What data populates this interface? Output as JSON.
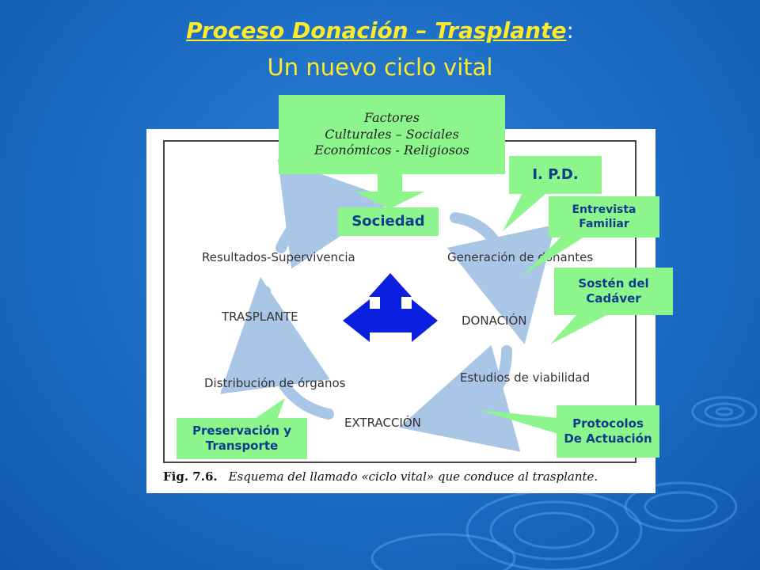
{
  "title": {
    "main": "Proceso Donación – Trasplante",
    "colon": ":",
    "subtitle": "Un nuevo ciclo vital"
  },
  "figure": {
    "labels": {
      "results": "Resultados-Supervivencia",
      "generation": "Generación de donantes",
      "transplant": "TRASPLANTE",
      "donation": "DONACIÓN",
      "distribution": "Distribución de órganos",
      "viability": "Estudios de viabilidad",
      "extraction": "EXTRACCIÓN"
    },
    "caption": {
      "fig": "Fig. 7.6.",
      "text": "Esquema del llamado «ciclo vital» que conduce al trasplante."
    }
  },
  "callouts": {
    "factores": [
      "Factores",
      "Culturales – Sociales",
      "Económicos - Religiosos"
    ],
    "sociedad": "Sociedad",
    "ipd": "I. P.D.",
    "entrevista": [
      "Entrevista",
      "Familiar"
    ],
    "sosten": [
      "Sostén del",
      "Cadáver"
    ],
    "protocolos": [
      "Protocolos",
      "De Actuación"
    ],
    "preservacion": [
      "Preservación y",
      "Transporte"
    ]
  },
  "colors": {
    "callout_fill": "#8cf58c",
    "callout_text": "#0b3e8a",
    "title_yellow": "#ffea2a",
    "cycle_arrow": "#a9c6e6",
    "center_arrow": "#0a1fe0"
  },
  "icons": {
    "center": "three-way-arrow-icon"
  }
}
